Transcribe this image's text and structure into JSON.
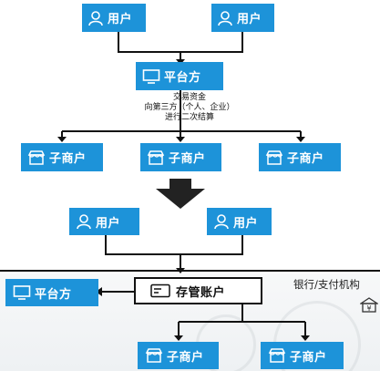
{
  "top_flow": {
    "users": [
      {
        "label": "用户",
        "icon": "user-icon"
      },
      {
        "label": "用户",
        "icon": "user-icon"
      }
    ],
    "platform": {
      "label": "平台方",
      "icon": "monitor-icon"
    },
    "annotation": {
      "line1": "交易资金",
      "line2": "向第三方（个人、企业）",
      "line3": "进行二次结算"
    },
    "merchants": [
      {
        "label": "子商户",
        "icon": "store-icon"
      },
      {
        "label": "子商户",
        "icon": "store-icon"
      },
      {
        "label": "子商户",
        "icon": "store-icon"
      }
    ]
  },
  "arrow": {
    "icon": "down-arrow-icon"
  },
  "bottom_flow": {
    "users": [
      {
        "label": "用户",
        "icon": "user-icon"
      },
      {
        "label": "用户",
        "icon": "user-icon"
      }
    ],
    "platform": {
      "label": "平台方",
      "icon": "monitor-icon"
    },
    "custody_account": {
      "label": "存管账户",
      "icon": "card-icon"
    },
    "bank_label": "银行/支付机构",
    "bank_icon": "bank-icon",
    "merchants": [
      {
        "label": "子商户",
        "icon": "store-icon"
      },
      {
        "label": "子商户",
        "icon": "store-icon"
      }
    ]
  },
  "colors": {
    "node_blue": "#1d93d9",
    "line": "#111111"
  }
}
